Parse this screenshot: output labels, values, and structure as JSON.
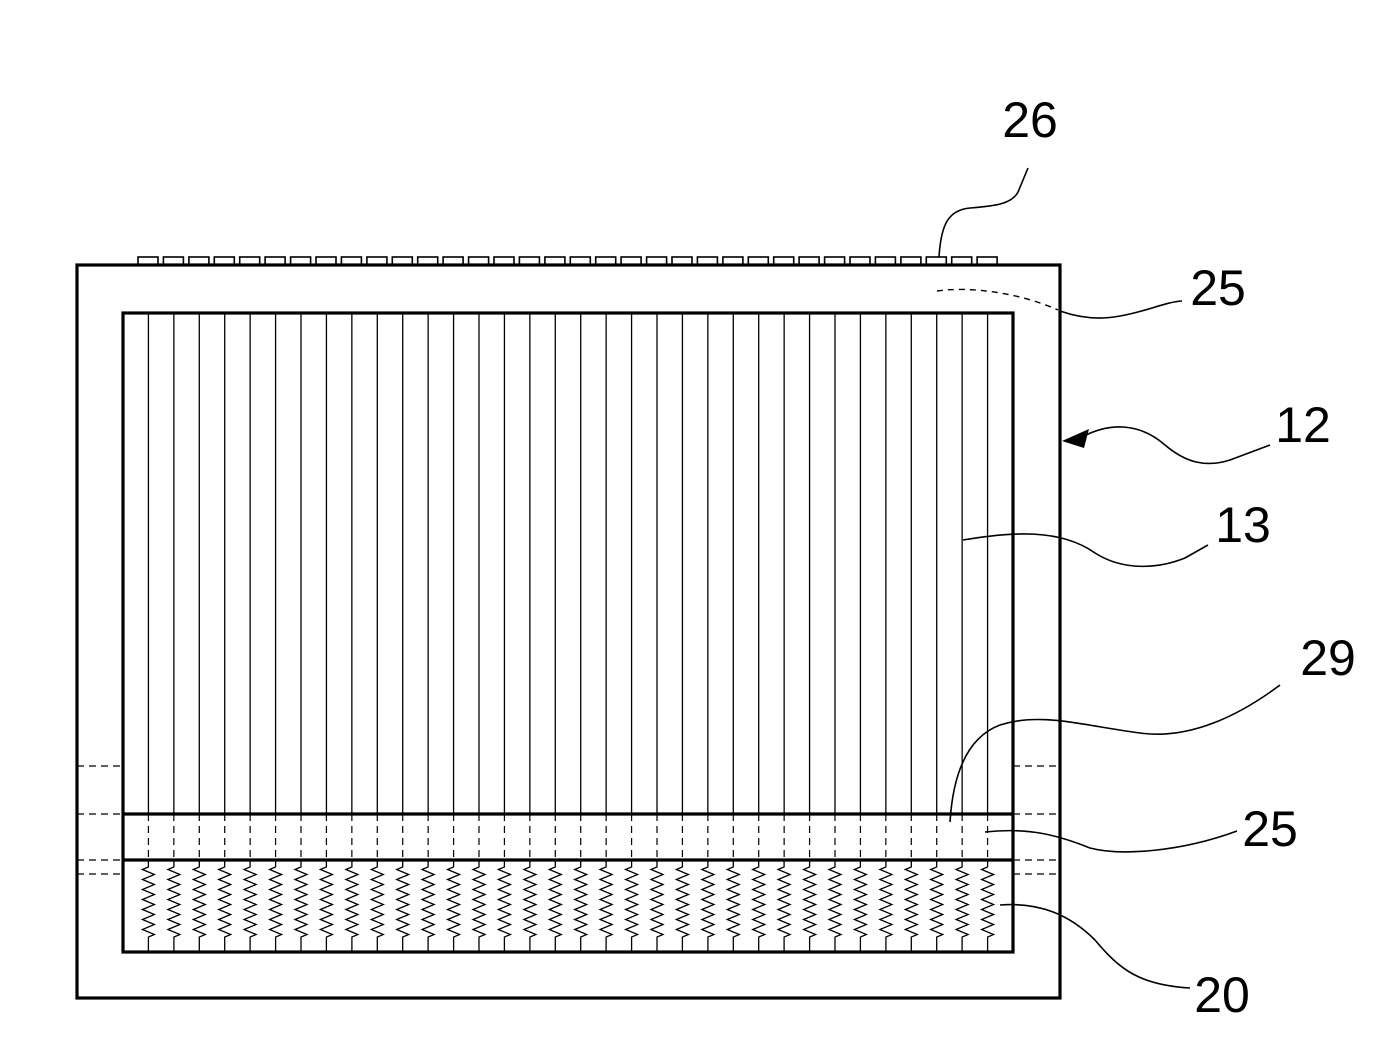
{
  "labels": {
    "ref_26": "26",
    "ref_25_top": "25",
    "ref_12": "12",
    "ref_13": "13",
    "ref_29": "29",
    "ref_25_bottom": "25",
    "ref_20": "20"
  }
}
